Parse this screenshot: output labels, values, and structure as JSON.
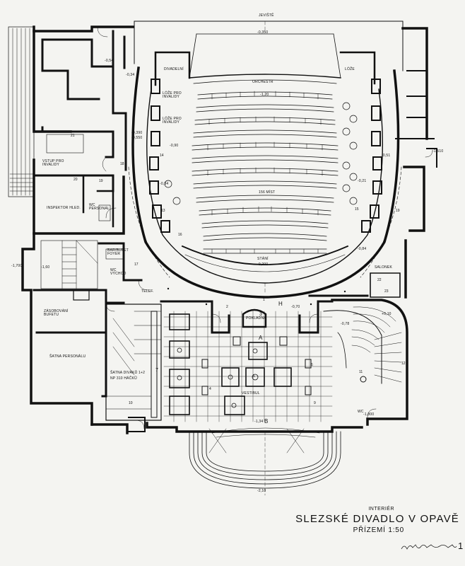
{
  "drawing": {
    "interier": "INTERIÉR",
    "title": "SLEZSKÉ DIVADLO V OPAVĚ",
    "subtitle": "PŘÍZEMÍ 1:50",
    "sheet_number": "1"
  },
  "labels": {
    "jeviste": "JEVIŠTĚ",
    "orchestr": "ORCHESTR",
    "divadelni": "DIVADELNÍ",
    "loze_right": "LÓŽE",
    "loze_pro_invalidy_1": "LÓŽE PRO INVALIDY",
    "loze_pro_invalidy_2": "LÓŽE PRO INVALIDY",
    "vstup_pro_invalidy": "VSTUP PRO INVALIDY",
    "inspektor_hled": "INSPEKTOR HLED.",
    "wc_personal": "WC PERSONÁL",
    "mist_156": "156 MÍST",
    "stani": "STÁNÍ",
    "bufet_foyer": "BAR/BUFET FOYER",
    "wc_vychod": "WC VÝCHOD",
    "telef": "TELEF.",
    "zasobovani_bufetu": "ZÁSOBOVÁNÍ BUFETU",
    "satna_personalu": "ŠATNA PERSONÁLU",
    "satna_divaku": "ŠATNA DIVÁKŮ 1+2 NP 310 HÁČKŮ",
    "pokladna": "POKLADNA",
    "vestibul": "VESTIBUL",
    "salonek": "SALONEK",
    "wc_right": "WC"
  },
  "levels": {
    "l_0350": "-0,350",
    "l_120": "-1,20",
    "l_054": "-0,54",
    "l_034": "-0,34",
    "l_0390": "-0,390",
    "l_0550": "-0,550",
    "l_090": "-0,90",
    "l_034b": "-0,34",
    "l_051": "-0,51",
    "l_1510": "-1,510",
    "l_021": "-0,21",
    "l_084": "-0,84",
    "l_0200": "-0,200",
    "l_1700": "-1,700",
    "l_160": "-1,60",
    "l_070": "-0,70",
    "l_078": "-0,78",
    "l_010": "+0,10",
    "l_1800": "-1,800",
    "l_134": "-1,34",
    "l_210": "-2,10"
  },
  "room_numbers": {
    "n1": "1",
    "n2": "2",
    "n3": "3",
    "n4": "4",
    "n5": "5",
    "n6": "6",
    "n7": "7",
    "n9": "9",
    "n10": "10",
    "n11": "11",
    "n12": "12",
    "n13": "13",
    "n14": "14",
    "n15": "15",
    "n16": "16",
    "n17": "17",
    "n18": "18",
    "n19": "19",
    "n19b": "19",
    "n20": "20",
    "n21": "21",
    "n22": "22",
    "n23": "23",
    "a": "A",
    "b": "B",
    "h": "H"
  }
}
